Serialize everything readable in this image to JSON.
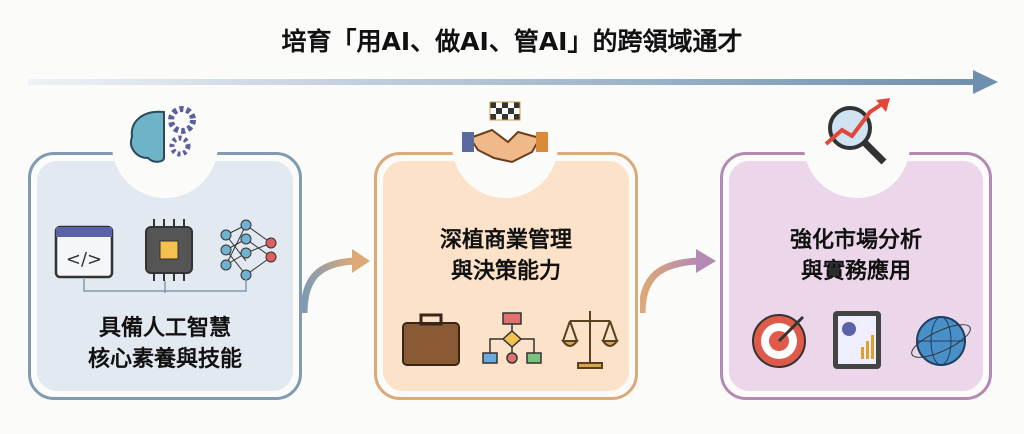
{
  "title": "培育「用AI、做AI、管AI」的跨領域通才",
  "colors": {
    "blue": "#7f9ab2",
    "orange": "#dca977",
    "purple": "#b48ab4",
    "arrow": "#6f8fae"
  },
  "cards": [
    {
      "heading_line1": "具備人工智慧",
      "heading_line2": "核心素養與技能",
      "top_icon": "brain-gears-icon",
      "icons": [
        "code-window-icon",
        "cpu-chip-icon",
        "neural-network-icon"
      ]
    },
    {
      "heading_line1": "深植商業管理",
      "heading_line2": "與決策能力",
      "top_icon": "handshake-icon",
      "icons": [
        "briefcase-icon",
        "flowchart-icon",
        "scales-icon"
      ]
    },
    {
      "heading_line1": "強化市場分析",
      "heading_line2": "與實務應用",
      "top_icon": "magnifier-trend-icon",
      "icons": [
        "target-icon",
        "tablet-chart-icon",
        "globe-icon"
      ]
    }
  ]
}
